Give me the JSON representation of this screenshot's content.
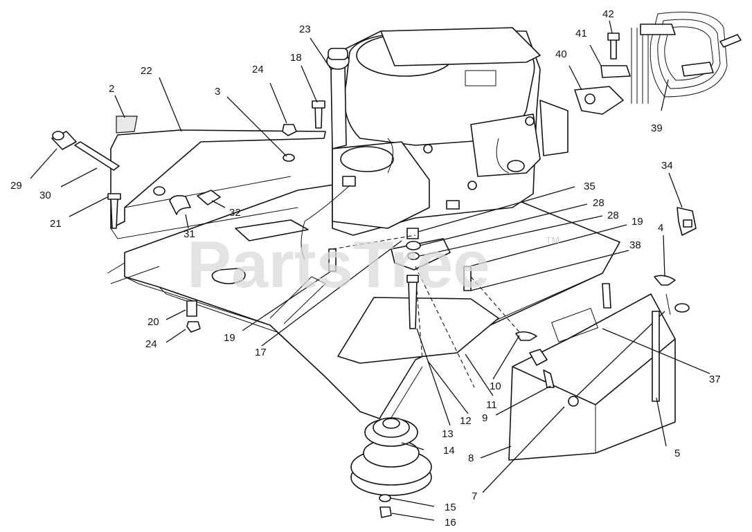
{
  "watermark": {
    "text": "PartsTree",
    "tm": "TM"
  },
  "callouts": [
    "2",
    "22",
    "29",
    "30",
    "21",
    "31",
    "32",
    "3",
    "24",
    "18",
    "23",
    "20",
    "24",
    "19",
    "17",
    "35",
    "28",
    "28",
    "19",
    "38",
    "40",
    "41",
    "42",
    "39",
    "34",
    "4",
    "10",
    "11",
    "12",
    "13",
    "14",
    "15",
    "16",
    "9",
    "8",
    "7",
    "37",
    "5"
  ]
}
